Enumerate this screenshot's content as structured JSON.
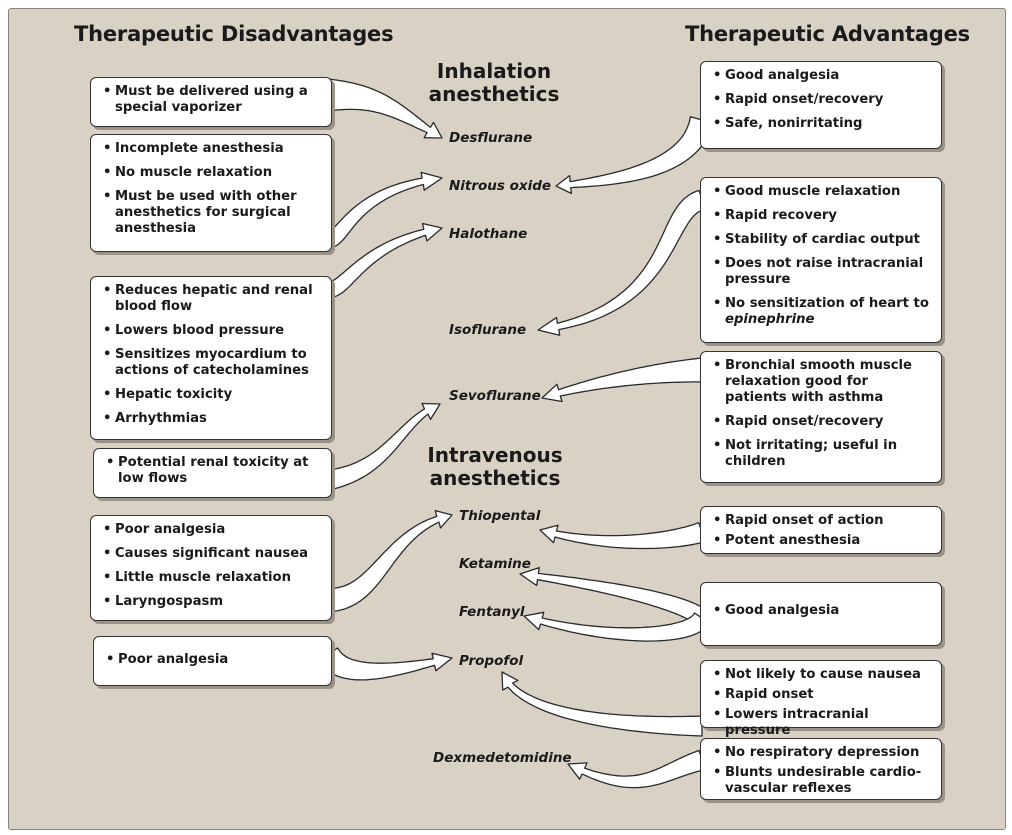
{
  "headings": {
    "disadvantages": "Therapeutic Disadvantages",
    "advantages": "Therapeutic Advantages"
  },
  "sections": {
    "inhalation": [
      "Inhalation",
      "anesthetics"
    ],
    "intravenous": [
      "Intravenous",
      "anesthetics"
    ]
  },
  "drugs": {
    "desflurane": "Desflurane",
    "nitrous_oxide": "Nitrous oxide",
    "halothane": "Halothane",
    "isoflurane": "Isoflurane",
    "sevoflurane": "Sevoflurane",
    "thiopental": "Thiopental",
    "ketamine": "Ketamine",
    "fentanyl": "Fentanyl",
    "propofol": "Propofol",
    "dexmedetomidine": "Dexmedetomidine"
  },
  "disadvantages": {
    "desflurane": [
      "Must be delivered using a special vaporizer"
    ],
    "nitrous_oxide": [
      "Incomplete anesthesia",
      "No muscle relaxation",
      "Must be used with other anesthetics for surgical anesthesia"
    ],
    "halothane": [
      "Reduces hepatic and renal blood flow",
      "Lowers blood pressure",
      "Sensitizes myocardium to actions of catecholamines",
      "Hepatic toxicity",
      "Arrhythmias"
    ],
    "sevoflurane": [
      "Potential renal toxicity at low flows"
    ],
    "thiopental": [
      "Poor analgesia",
      "Causes significant nausea",
      "Little muscle relaxation",
      "Laryngospasm"
    ],
    "propofol": [
      "Poor analgesia"
    ]
  },
  "advantages": {
    "nitrous_oxide": [
      "Good analgesia",
      "Rapid onset/recovery",
      "Safe, nonirritating"
    ],
    "isoflurane": [
      "Good muscle relaxation",
      "Rapid recovery",
      "Stability of cardiac output",
      "Does not raise intracranial pressure",
      "No sensitization of heart to"
    ],
    "isoflurane_italic": "epinephrine",
    "sevoflurane": [
      "Bronchial smooth muscle relaxation good for patients with asthma",
      "Rapid onset/recovery",
      "Not irritating; useful in children"
    ],
    "thiopental": [
      "Rapid onset of action",
      "Potent anesthesia"
    ],
    "ketamine_fentanyl": [
      "Good analgesia"
    ],
    "propofol": [
      "Not likely to cause nausea",
      "Rapid onset",
      "Lowers intracranial pressure"
    ],
    "dexmedetomidine": [
      "No respiratory depression",
      "Blunts undesirable cardio-vascular reflexes"
    ]
  },
  "colors": {
    "background": "#d9d1c4",
    "box": "#ffffff",
    "outline": "#333333"
  }
}
